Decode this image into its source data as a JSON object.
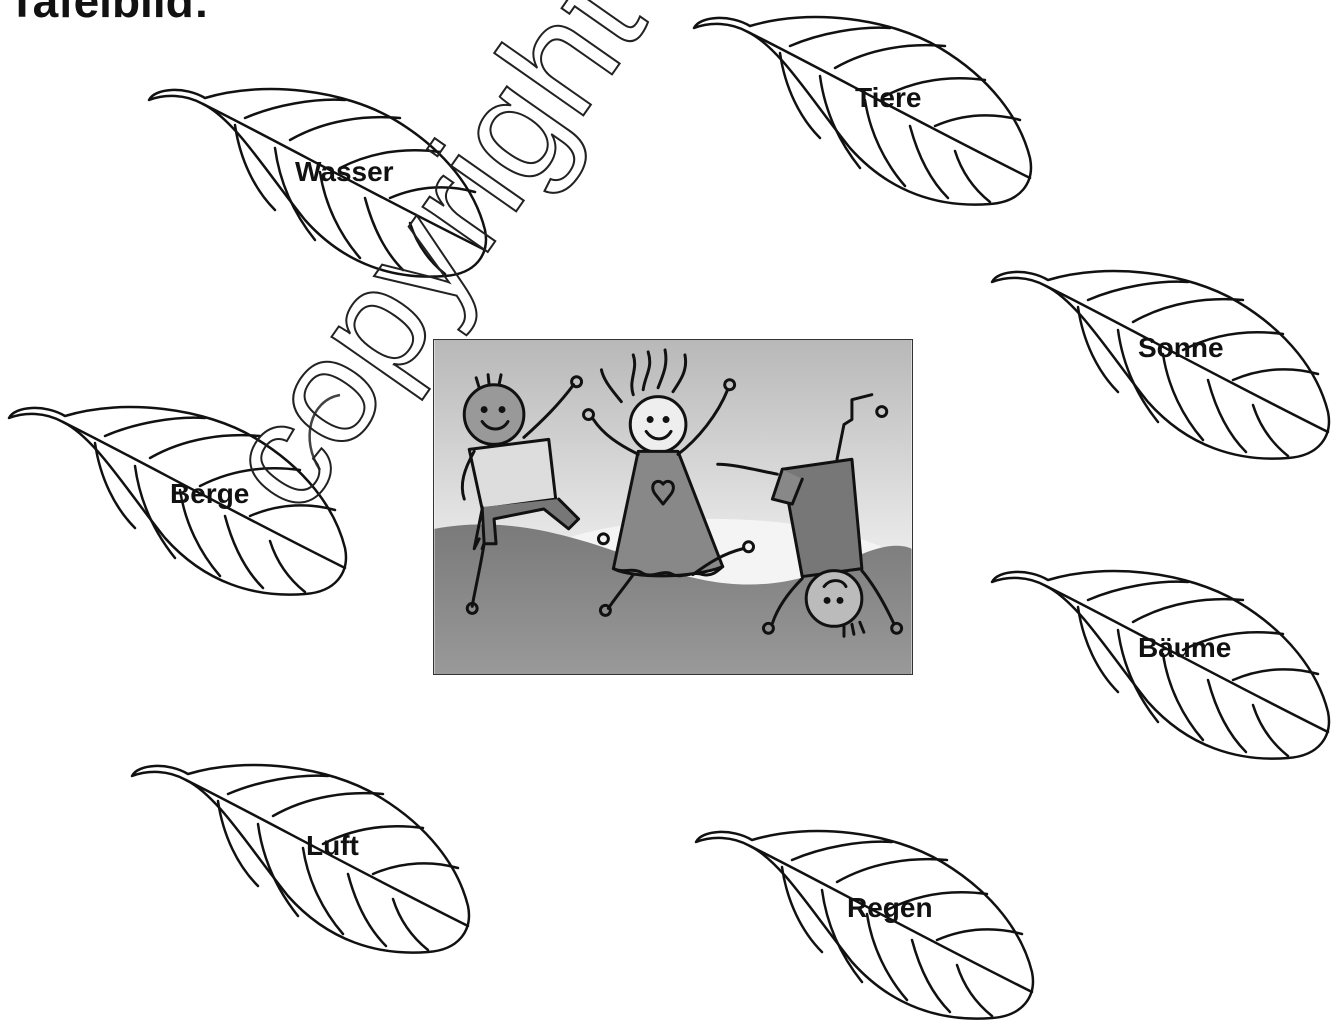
{
  "title": "Tafelbild:",
  "leaves": {
    "wasser": "Wasser",
    "tiere": "Tiere",
    "sonne": "Sonne",
    "berge": "Berge",
    "baeume": "Bäume",
    "luft": "Luft",
    "regen": "Regen"
  },
  "photo": {
    "description_icon": "children-playing-drawing"
  },
  "watermark": "copyright pr"
}
